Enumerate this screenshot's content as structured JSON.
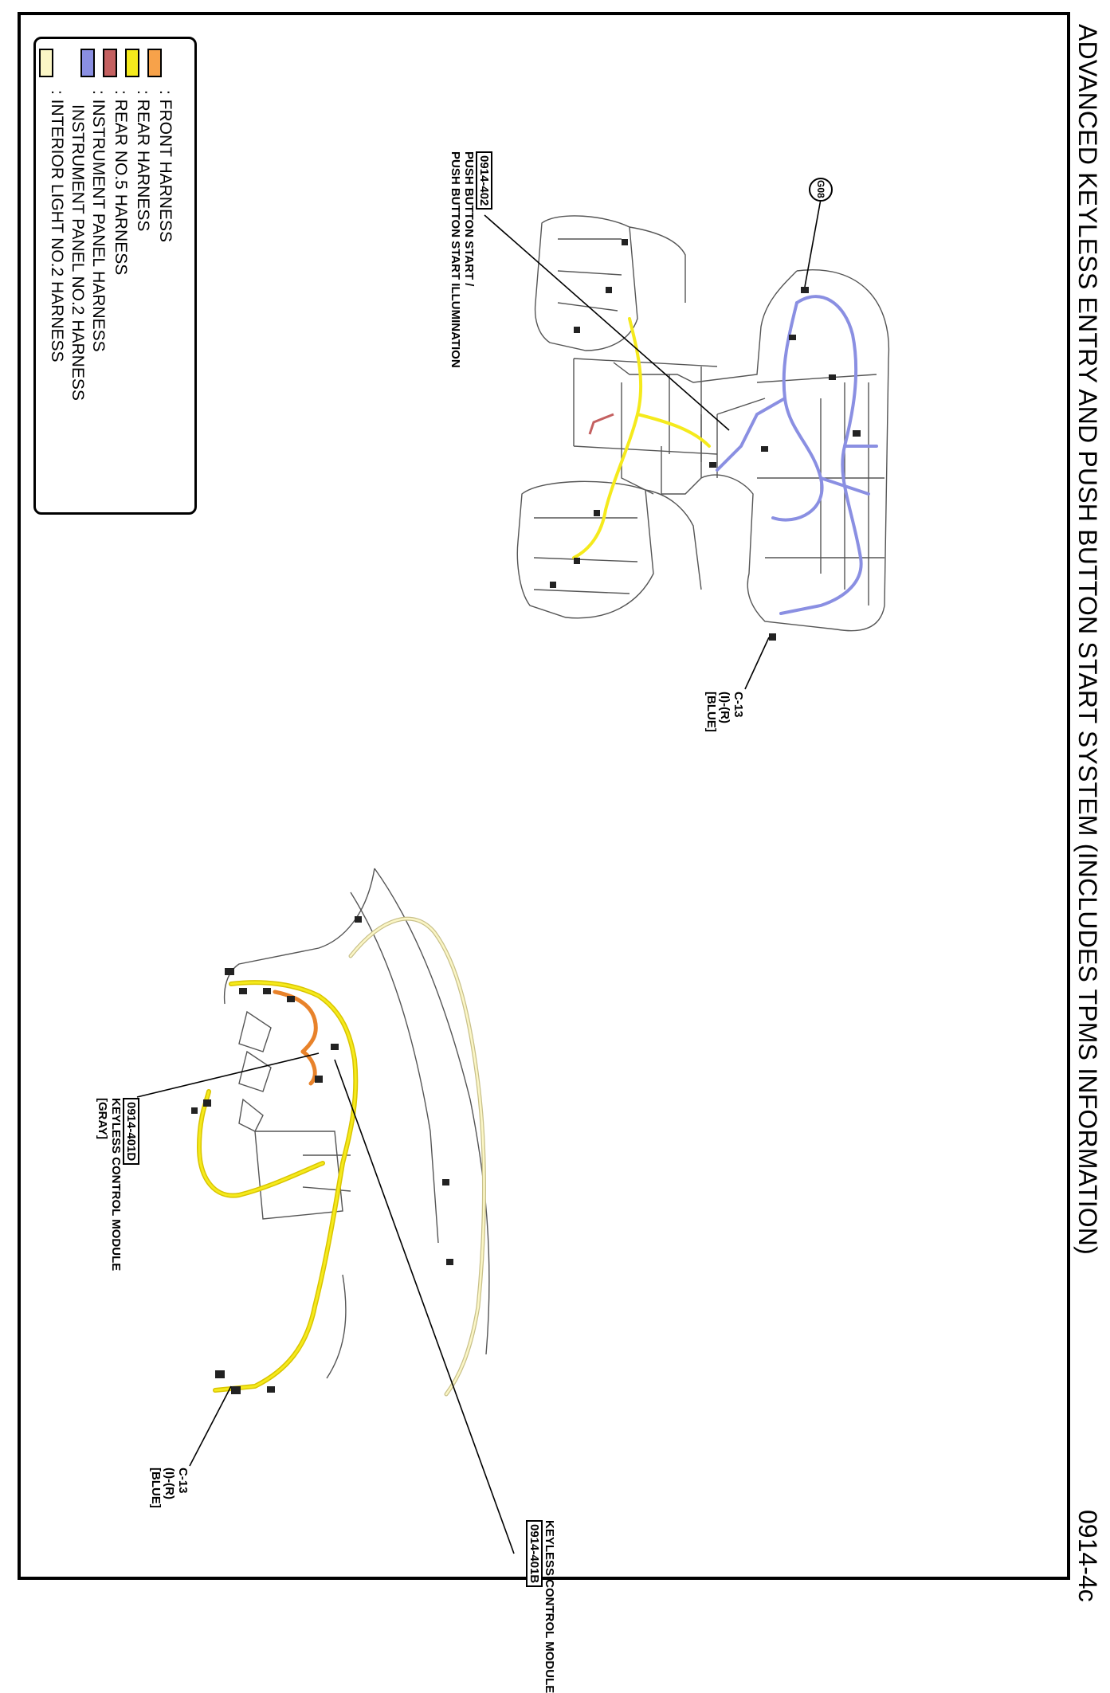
{
  "title": "ADVANCED KEYLESS ENTRY AND PUSH BUTTON START SYSTEM (INCLUDES TPMS INFORMATION)",
  "page_number": "0914-4c",
  "legend": [
    {
      "label": ": FRONT HARNESS",
      "color": "#f7a24a"
    },
    {
      "label": ": REAR HARNESS",
      "color": "#f5ea1c"
    },
    {
      "label": ": REAR NO.5 HARNESS",
      "color": "#c46060"
    },
    {
      "label": ": INSTRUMENT PANEL HARNESS",
      "color": "#8a8fe2"
    },
    {
      "label": "INSTRUMENT PANEL NO.2 HARNESS",
      "color": ""
    },
    {
      "label": ": INTERIOR LIGHT NO.2 HARNESS",
      "color": "#fbf6c6"
    }
  ],
  "callouts": {
    "c402": {
      "code": "0914-402",
      "line1": "PUSH BUTTON START /",
      "line2": "PUSH BUTTON START ILLUMINATION"
    },
    "g08": {
      "code": "G08"
    },
    "c13_top": {
      "line1": "C-13",
      "line2": "(I)-(R)",
      "line3": "[BLUE]"
    },
    "c401d": {
      "code": "0914-401D",
      "line1": "KEYLESS CONTROL MODULE",
      "line2": "[GRAY]"
    },
    "c401b": {
      "code": "0914-401B",
      "line1": "KEYLESS CONTROL MODULE"
    },
    "c13_bottom": {
      "line1": "C-13",
      "line2": "(I)-(R)",
      "line3": "[BLUE]"
    }
  }
}
